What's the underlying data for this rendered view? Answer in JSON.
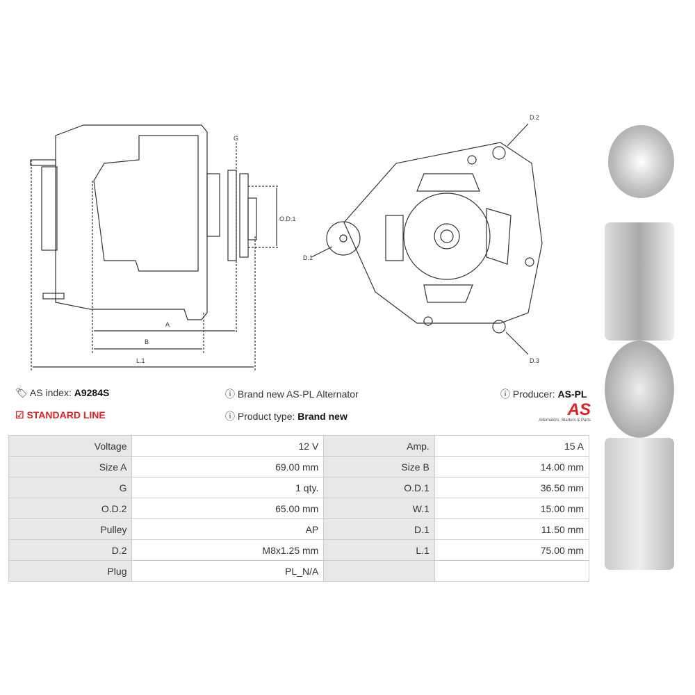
{
  "drawing": {
    "labels": {
      "g": "G",
      "od1": "O.D.1",
      "a": "A",
      "b": "B",
      "l1": "L.1",
      "d1": "D.1",
      "d2": "D.2",
      "d3": "D.3"
    }
  },
  "info": {
    "as_index_label": "AS index:",
    "as_index_value": "A9284S",
    "line": "STANDARD LINE",
    "desc": "Brand new AS-PL Alternator",
    "product_type_label": "Product type:",
    "product_type_value": "Brand new",
    "producer_label": "Producer:",
    "producer_value": "AS-PL",
    "logo_text": "AS",
    "logo_tagline": "Alternators, Starters & Parts"
  },
  "specs": [
    [
      "Voltage",
      "12 V",
      "Amp.",
      "15 A"
    ],
    [
      "Size A",
      "69.00 mm",
      "Size B",
      "14.00 mm"
    ],
    [
      "G",
      "1 qty.",
      "O.D.1",
      "36.50 mm"
    ],
    [
      "O.D.2",
      "65.00 mm",
      "W.1",
      "15.00 mm"
    ],
    [
      "Pulley",
      "AP",
      "D.1",
      "11.50 mm"
    ],
    [
      "D.2",
      "M8x1.25 mm",
      "L.1",
      "75.00 mm"
    ],
    [
      "Plug",
      "PL_N/A",
      "",
      ""
    ]
  ],
  "colors": {
    "accent": "#e31e24",
    "label_bg": "#e8e8e8"
  }
}
